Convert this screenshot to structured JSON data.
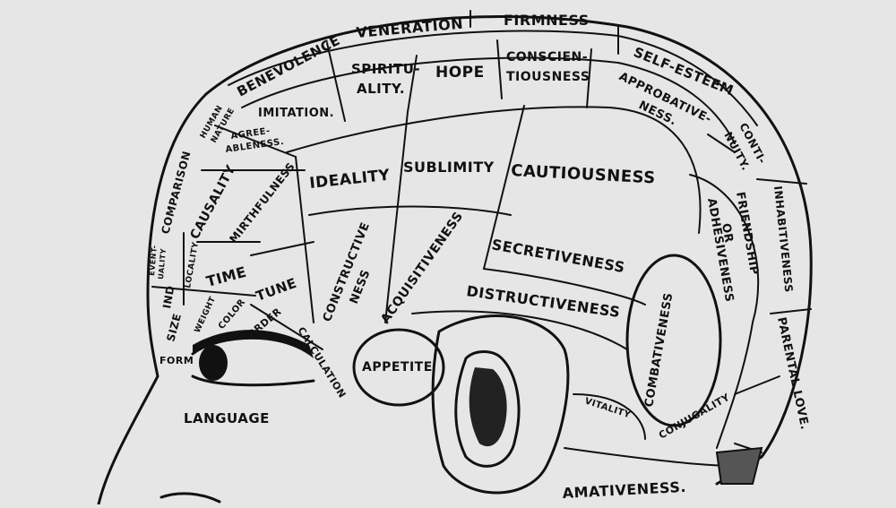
{
  "regions": [
    {
      "id": "firmness",
      "label": "FIRMNESS"
    },
    {
      "id": "veneration",
      "label": "VENERATION"
    },
    {
      "id": "benevolence",
      "label": "BENEVOLENCE"
    },
    {
      "id": "self-esteem",
      "label": "SELF-ESTEEM"
    },
    {
      "id": "spirituality",
      "lines": [
        "SPIRITU-",
        "ALITY."
      ]
    },
    {
      "id": "hope",
      "label": "HOPE"
    },
    {
      "id": "conscientiousness",
      "lines": [
        "CONSCIEN-",
        "TIOUSNESS"
      ]
    },
    {
      "id": "approbativeness",
      "lines": [
        "APPROBATIVE-",
        "NESS."
      ]
    },
    {
      "id": "continuity",
      "lines": [
        "CONTI-",
        "NUITY."
      ]
    },
    {
      "id": "human-nature",
      "lines": [
        "HUMAN",
        "NATURE"
      ]
    },
    {
      "id": "imitation",
      "label": "IMITATION."
    },
    {
      "id": "agreeableness",
      "lines": [
        "AGREE-",
        "ABLENESS."
      ]
    },
    {
      "id": "ideality",
      "label": "IDEALITY"
    },
    {
      "id": "sublimity",
      "label": "SUBLIMITY"
    },
    {
      "id": "cautiousness",
      "label": "CAUTIOUSNESS"
    },
    {
      "id": "comparison",
      "label": "COMPARISON"
    },
    {
      "id": "causality",
      "label": "CAUSALITY"
    },
    {
      "id": "mirthfulness",
      "label": "MIRTHFULNESS"
    },
    {
      "id": "friendship",
      "lines": [
        "FRIENDSHIP",
        "OR",
        "ADHESIVENESS"
      ]
    },
    {
      "id": "inhabitiveness",
      "label": "INHABITIVENESS"
    },
    {
      "id": "eventuality",
      "lines": [
        "EVENT-",
        "UALITY"
      ]
    },
    {
      "id": "locality",
      "label": "LOCALITY"
    },
    {
      "id": "time",
      "label": "TIME"
    },
    {
      "id": "tune",
      "label": "TUNE"
    },
    {
      "id": "constructiveness",
      "lines": [
        "CONSTRUCTIVE",
        "NESS"
      ]
    },
    {
      "id": "acquisitiveness",
      "label": "ACQUISITIVENESS"
    },
    {
      "id": "secretiveness",
      "label": "SECRETIVENESS"
    },
    {
      "id": "ind",
      "label": "IND"
    },
    {
      "id": "size",
      "label": "SIZE"
    },
    {
      "id": "weight",
      "label": "WEIGHT"
    },
    {
      "id": "color",
      "label": "COLOR"
    },
    {
      "id": "order",
      "label": "ORDER"
    },
    {
      "id": "calculation",
      "label": "CALCULATION"
    },
    {
      "id": "distructiveness",
      "label": "DISTRUCTIVENESS"
    },
    {
      "id": "combativeness",
      "label": "COMBATIVENESS"
    },
    {
      "id": "parental-love",
      "label": "PARENTAL LOVE."
    },
    {
      "id": "form",
      "label": "FORM"
    },
    {
      "id": "appetite",
      "label": "APPETITE"
    },
    {
      "id": "vitality",
      "label": "VITALITY"
    },
    {
      "id": "conjugality",
      "label": "CONJUGALITY"
    },
    {
      "id": "language",
      "label": "LANGUAGE"
    },
    {
      "id": "amativeness",
      "label": "AMATIVENESS."
    }
  ],
  "colors": {
    "ink": "#111111",
    "paper": "#e6e6e6"
  }
}
